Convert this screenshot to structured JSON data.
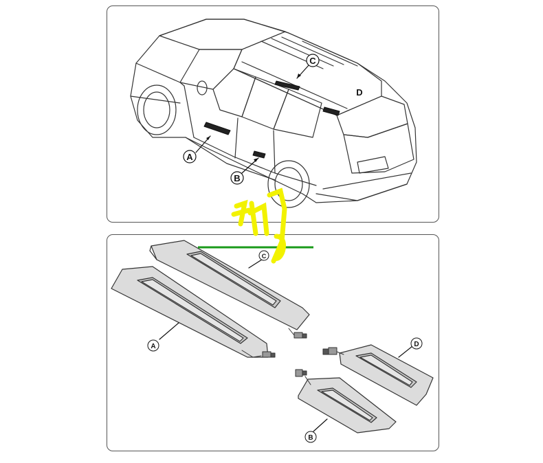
{
  "callouts_top": {
    "A": "A",
    "B": "B",
    "C": "C",
    "D": "D"
  },
  "callouts_bottom": {
    "A": "A",
    "B": "B",
    "C": "C",
    "D": "D"
  },
  "overlay": {
    "watermark_color": "#f2f200",
    "line_color": "#1a9a1a"
  }
}
